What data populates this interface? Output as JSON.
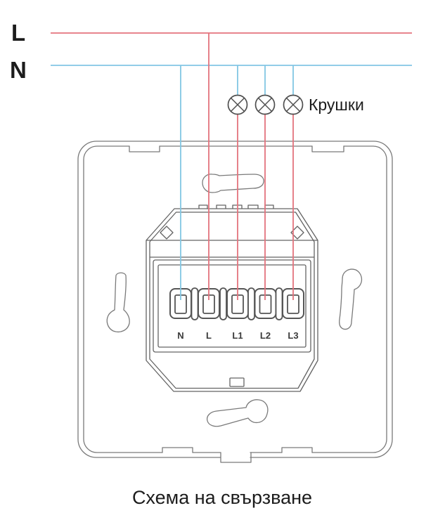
{
  "diagram": {
    "caption": "Схема на свързване",
    "bus_labels": {
      "live": "L",
      "neutral": "N"
    },
    "bulbs_label": "Крушки",
    "bulb_count": 3,
    "terminal_labels": [
      "N",
      "L",
      "L1",
      "L2",
      "L3"
    ]
  },
  "colors": {
    "live_wire": "#e4737d",
    "neutral_wire": "#82c6e4",
    "plate_outline": "#7a7a7a",
    "module_outline": "#636363",
    "terminal_outline": "#565656",
    "lamp_outline": "#4f4f4f",
    "text_color": "#1c1c1c",
    "terminal_text": "#3a3a3a"
  }
}
